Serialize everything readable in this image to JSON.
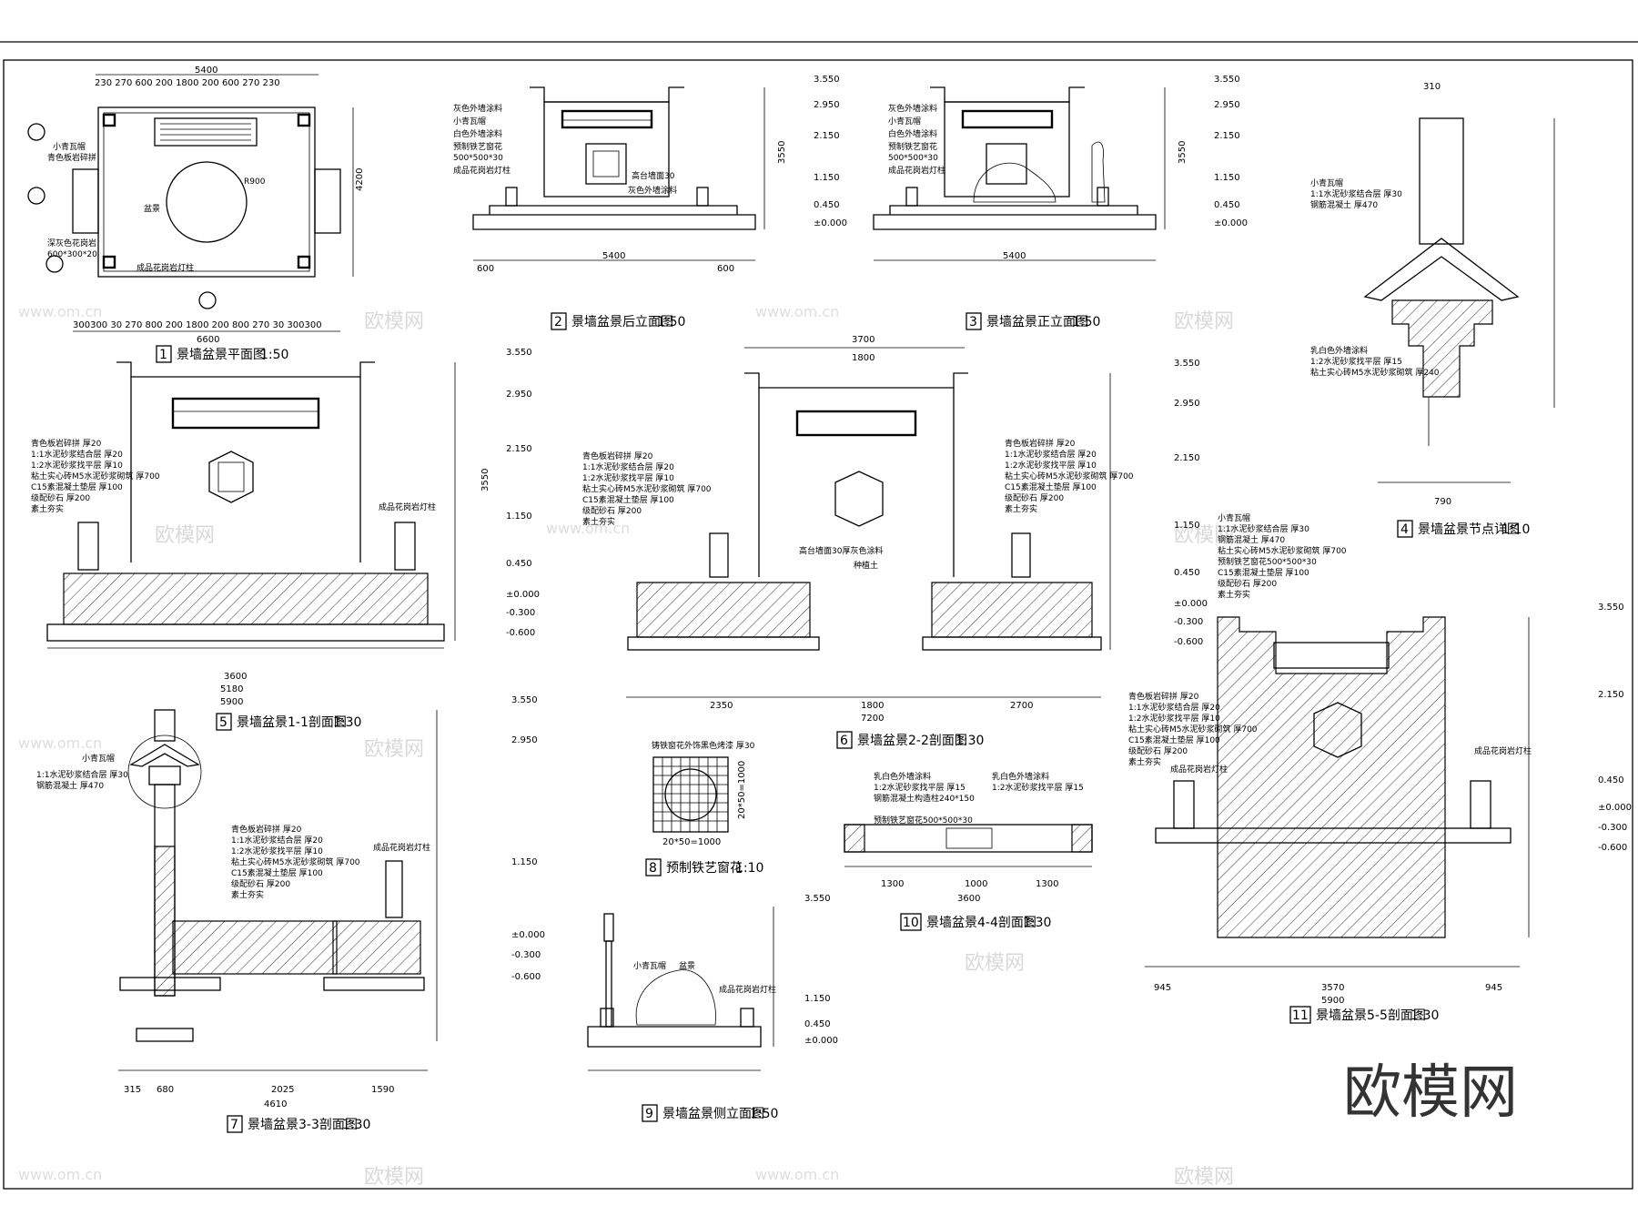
{
  "titles": {
    "t1": {
      "num": "1",
      "name": "景墙盆景平面图",
      "scale": "1:50"
    },
    "t2": {
      "num": "2",
      "name": "景墙盆景后立面图",
      "scale": "1:50"
    },
    "t3": {
      "num": "3",
      "name": "景墙盆景正立面图",
      "scale": "1:50"
    },
    "t4": {
      "num": "4",
      "name": "景墙盆景节点详图",
      "scale": "1:10"
    },
    "t5": {
      "num": "5",
      "name": "景墙盆景1-1剖面图",
      "scale": "1:30"
    },
    "t6": {
      "num": "6",
      "name": "景墙盆景2-2剖面图",
      "scale": "1:30"
    },
    "t7": {
      "num": "7",
      "name": "景墙盆景3-3剖面图",
      "scale": "1:30"
    },
    "t8": {
      "num": "8",
      "name": "预制铁艺窗花",
      "scale": "1:10"
    },
    "t9": {
      "num": "9",
      "name": "景墙盆景侧立面图",
      "scale": "1:50"
    },
    "t10": {
      "num": "10",
      "name": "景墙盆景4-4剖面图",
      "scale": "1:30"
    },
    "t11": {
      "num": "11",
      "name": "景墙盆景5-5剖面图",
      "scale": "1:30"
    }
  },
  "plan": {
    "dim_top_total": "5400",
    "dim_top_parts": "230 270 600 200  1800  200 600 270 230",
    "dim_bottom_total": "6600",
    "dim_bottom_parts": "300300 30 270 800 200 1800 200 800 270 30 300300",
    "dim_right": "4200",
    "label_a": "小青瓦帽",
    "label_b": "青色板岩碎拼",
    "label_c": "盆景",
    "label_r": "R900",
    "label_d": "深灰色花岗岩",
    "label_d2": "600*300*20",
    "label_e": "成品花岗岩灯柱"
  },
  "elev": {
    "levels": [
      "3.550",
      "2.950",
      "2.150",
      "1.150",
      "0.450",
      "±0.000",
      "-0.300",
      "-0.600"
    ],
    "notes_left": [
      "灰色外墙涂料",
      "小青瓦帽",
      "白色外墙涂料",
      "预制铁艺窗花",
      "500*500*30",
      "成品花岗岩灯柱"
    ],
    "note_mid": "高台墙面30",
    "note_mid2": "灰色外墙涂料",
    "dim_total": "5400",
    "dim_outer": "600",
    "dim_right": "3550"
  },
  "layers": [
    "青色板岩碎拼 厚20",
    "1:1水泥砂浆结合层 厚20",
    "1:2水泥砂浆找平层 厚10",
    "粘土实心砖M5水泥砂浆砌筑 厚700",
    "C15素混凝土垫层 厚100",
    "级配砂石 厚200",
    "素土夯实"
  ],
  "sec1": {
    "total": "5900",
    "sub": "5180",
    "mid": "3600",
    "note": "成品花岗岩灯柱"
  },
  "sec2": {
    "top": "3700",
    "mid": "1800",
    "total": "7200",
    "left": "2350",
    "right": "2700",
    "center": "1800",
    "note": "高台墙面30厚灰色涂料",
    "note2": "种植土"
  },
  "sec3": {
    "total": "4610",
    "a": "2025",
    "b": "1590",
    "c": "680",
    "d": "315"
  },
  "sec11": {
    "total": "5900",
    "mid": "3570",
    "left": "945",
    "right": "945",
    "note": "成品花岗岩灯柱"
  },
  "detail4": {
    "top": "310",
    "total": "790",
    "label1": "小青瓦帽",
    "label2": "1:1水泥砂浆结合层 厚30",
    "label3": "钢筋混凝土 厚470",
    "label4": "乳白色外墙涂料",
    "label5": "1:2水泥砂浆找平层 厚15",
    "label6": "粘土实心砖M5水泥砂浆砌筑 厚240"
  },
  "window8": {
    "label": "铸铁窗花外饰黑色烤漆 厚30",
    "dim": "20*50=1000",
    "dim2": "20*50=1000"
  },
  "sec10": {
    "total": "3600",
    "a": "1300",
    "b": "1000",
    "c": "1300",
    "note1": "乳白色外墙涂料",
    "note2": "1:2水泥砂浆找平层 厚15",
    "note3": "钢筋混凝土构造柱240*150",
    "note4": "预制铁艺窗花500*500*30"
  },
  "watermark": {
    "cn": "欧模网",
    "url": "www.om.cn",
    "brand": "欧模网"
  }
}
